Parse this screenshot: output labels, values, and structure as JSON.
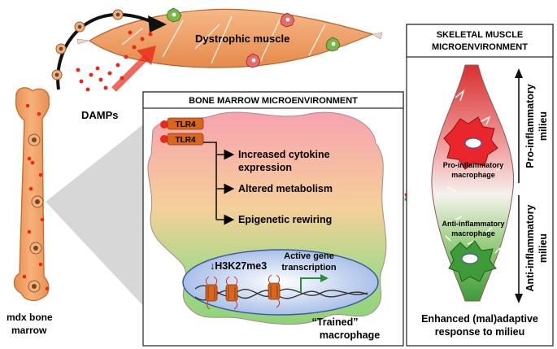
{
  "labels": {
    "dystrophic_muscle": "Dystrophic muscle",
    "damps": "DAMPs",
    "bone_marrow_line1": "mdx bone",
    "bone_marrow_line2": "marrow",
    "bm_box_title": "BONE MARROW MICROENVIRONMENT",
    "tlr4_a": "TLR4",
    "tlr4_b": "TLR4",
    "effect_cytokine_line1": "Increased cytokine",
    "effect_cytokine_line2": "expression",
    "effect_metabolism": "Altered metabolism",
    "effect_epigenetic": "Epigenetic rewiring",
    "h3k27me3": "↓H3K27me3",
    "active_gene_line1": "Active gene",
    "active_gene_line2": "transcription",
    "trained_line1": "“Trained”",
    "trained_line2": "macrophage",
    "sm_title_line1": "SKELETAL MUSCLE",
    "sm_title_line2": "MICROENVIRONMENT",
    "pro_inflammatory_line1": "Pro-inflammatory",
    "pro_inflammatory_line2": "milieu",
    "anti_inflammatory_line1": "Anti-inflammatory",
    "anti_inflammatory_line2": "milieu",
    "pro_macrophage_line1": "Pro-inflammatory",
    "pro_macrophage_line2": "macrophage",
    "anti_macrophage_line1": "Anti-inflammatory",
    "anti_macrophage_line2": "macrophage",
    "enhanced_line1": "Enhanced (mal)adaptive",
    "enhanced_line2": "response to milieu"
  },
  "colors": {
    "bone": "#f2a36a",
    "bone_outline": "#c96e2e",
    "muscle": "#f0a268",
    "damp_dot": "#e8291b",
    "tlr4": "#d9661f",
    "pro_red": "#e8262b",
    "anti_green": "#4aa84a"
  }
}
